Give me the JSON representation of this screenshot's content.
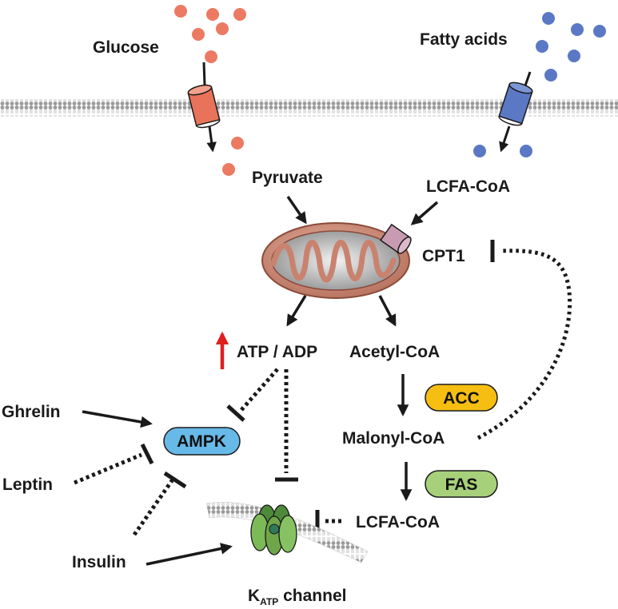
{
  "labels": {
    "glucose": "Glucose",
    "fatty_acids": "Fatty acids",
    "pyruvate": "Pyruvate",
    "lcfa_coa_top": "LCFA-CoA",
    "cpt1": "CPT1",
    "atp_adp": "ATP / ADP",
    "acetyl_coa": "Acetyl-CoA",
    "ghrelin": "Ghrelin",
    "leptin": "Leptin",
    "insulin": "Insulin",
    "malonyl_coa": "Malonyl-CoA",
    "lcfa_coa_bottom": "LCFA-CoA",
    "katp_k": "K",
    "katp_sub": "ATP",
    "katp_rest": " channel"
  },
  "enzymes": {
    "ampk": "AMPK",
    "acc": "ACC",
    "fas": "FAS"
  },
  "colors": {
    "glucose": "#ec7a63",
    "fatty_acid": "#5b78c4",
    "ampk": "#67b9e8",
    "acc": "#f7be12",
    "fas": "#a6d17a",
    "upregulation_arrow": "#e01e1e",
    "mito_outer": "#c9826e",
    "channel_green": "#6fa64a"
  }
}
